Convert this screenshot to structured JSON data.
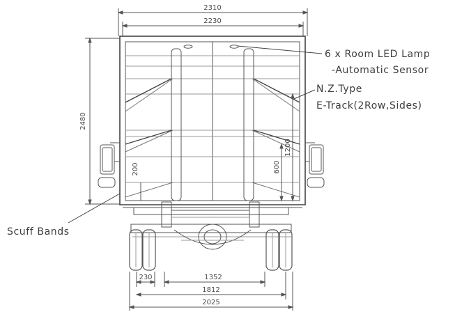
{
  "dimensions": {
    "overall_width": "2310",
    "body_width": "2230",
    "overall_height": "2480",
    "rear_track": "1352",
    "wheel_offset": "230",
    "track_width": "1812",
    "outer_width": "2025",
    "track_height": "1200",
    "lower_track_height": "600",
    "scuff_band_height": "200"
  },
  "annotations": {
    "lamp_line1": "6 x Room LED Lamp",
    "lamp_line2": "-Automatic Sensor",
    "track_line1": "N.Z.Type",
    "track_line2": "E-Track(2Row,Sides)",
    "scuff": "Scuff Bands"
  }
}
